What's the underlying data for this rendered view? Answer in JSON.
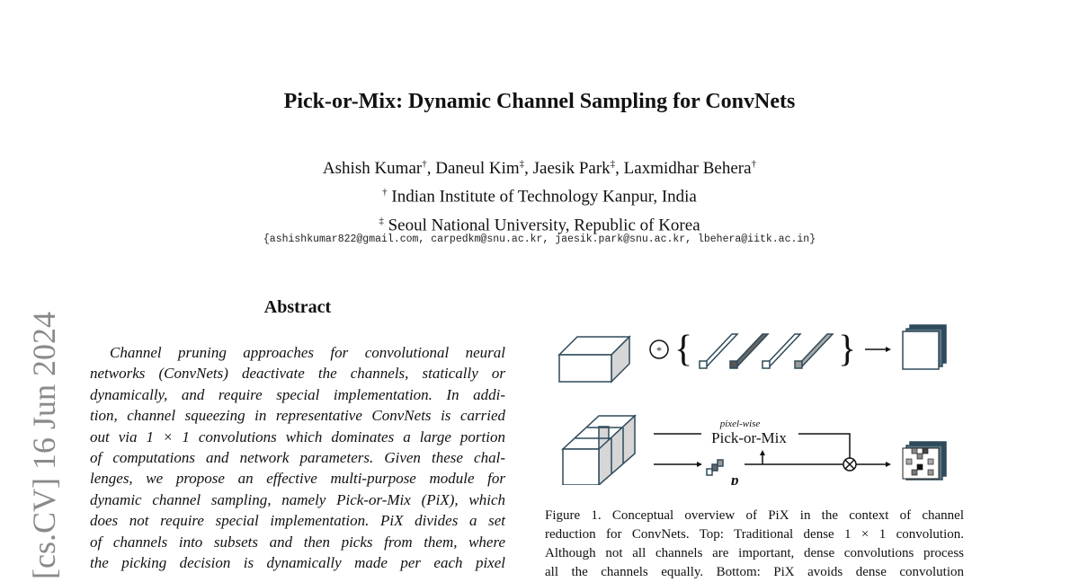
{
  "paper": {
    "title": "Pick-or-Mix: Dynamic Channel Sampling for ConvNets",
    "authors": [
      {
        "name": "Ashish Kumar",
        "mark": "†",
        "sep": ", "
      },
      {
        "name": "Daneul Kim",
        "mark": "‡",
        "sep": ", "
      },
      {
        "name": "Jaesik Park",
        "mark": "‡",
        "sep": ", "
      },
      {
        "name": "Laxmidhar Behera",
        "mark": "†",
        "sep": ""
      }
    ],
    "affiliations": [
      {
        "mark": "†",
        "text": " Indian Institute of Technology Kanpur, India"
      },
      {
        "mark": "‡",
        "text": " Seoul National University, Republic of Korea"
      }
    ],
    "emails": "{ashishkumar822@gmail.com, carpedkm@snu.ac.kr, jaesik.park@snu.ac.kr, lbehera@iitk.ac.in}",
    "watermark": "[cs.CV]  16 Jun 2024"
  },
  "abstract": {
    "heading": "Abstract",
    "lines": [
      "Channel pruning approaches for convolutional neural",
      "networks (ConvNets) deactivate the channels, statically or",
      "dynamically, and require special implementation. In addi-",
      "tion, channel squeezing in representative ConvNets is carried",
      "out via 1 × 1 convolutions which dominates a large portion",
      "of computations and network parameters. Given these chal-",
      "lenges, we propose an effective multi-purpose module for",
      "dynamic channel sampling, namely Pick-or-Mix (PiX), which",
      "does not require special implementation. PiX divides a set",
      "of channels into subsets and then picks from them, where",
      "the picking decision is dynamically made per each pixel"
    ]
  },
  "figure": {
    "label_small": "pixel-wise",
    "label_main": "Pick-or-Mix",
    "label_p": "p",
    "caption_lines": [
      "Figure 1. Conceptual overview of PiX in the context of channel",
      "reduction for ConvNets. Top: Traditional dense 1 × 1 convolution.",
      "Although not all channels are important, dense convolutions process",
      "all the channels equally.  Bottom: PiX avoids dense convolution"
    ]
  }
}
